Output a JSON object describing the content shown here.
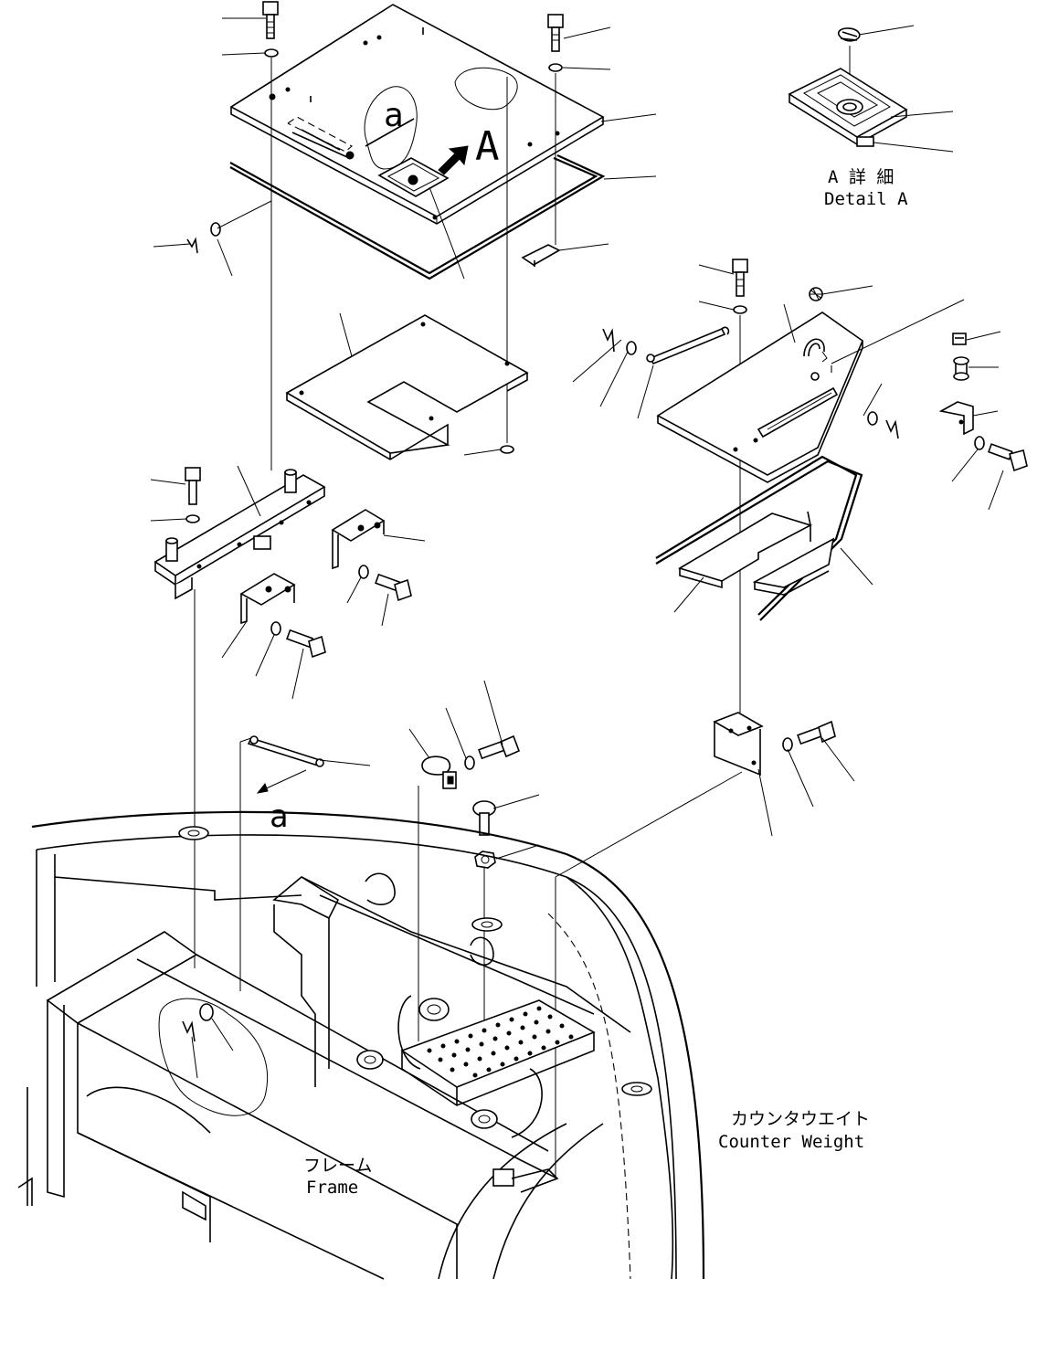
{
  "labels": {
    "detail_a_jp": "A 詳 細",
    "detail_a_en": "Detail A",
    "view_arrow": "A",
    "ref_a_top": "a",
    "ref_a_bottom": "a",
    "counterweight_jp": "カウンタウエイト",
    "counterweight_en": "Counter Weight",
    "frame_jp": "フレーム",
    "frame_en": "Frame"
  },
  "colors": {
    "line": "#000000",
    "background": "#ffffff"
  }
}
